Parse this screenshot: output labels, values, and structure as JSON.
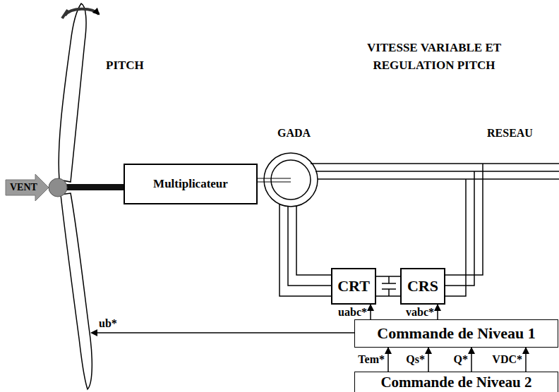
{
  "diagram": {
    "title": "VITESSE VARIABLE ET REGULATION PITCH",
    "nodes": [
      {
        "text": [
          "Multiplicateur"
        ]
      },
      {
        "text": [
          "CRT"
        ]
      },
      {
        "text": [
          "CRS"
        ]
      },
      {
        "text": [
          "Commande de Niveau 1"
        ]
      },
      {
        "text": [
          "Commande de Niveau 2"
        ]
      }
    ],
    "edges": [
      {
        "from": 3,
        "to": 1,
        "label": "uabc*",
        "arrow": "to"
      },
      {
        "from": 3,
        "to": 2,
        "label": "vabc*",
        "arrow": "to"
      },
      {
        "from": 4,
        "to": 3,
        "label": "Tem*",
        "arrow": "to"
      },
      {
        "from": 4,
        "to": 3,
        "label": "Qs*",
        "arrow": "to"
      },
      {
        "from": 4,
        "to": 3,
        "label": "Q*",
        "arrow": "to"
      },
      {
        "from": 4,
        "to": 3,
        "label": "VDC*",
        "arrow": "to"
      }
    ],
    "labels": [
      "PITCH",
      "VENT",
      "GADA",
      "RESEAU",
      "ub*"
    ]
  }
}
